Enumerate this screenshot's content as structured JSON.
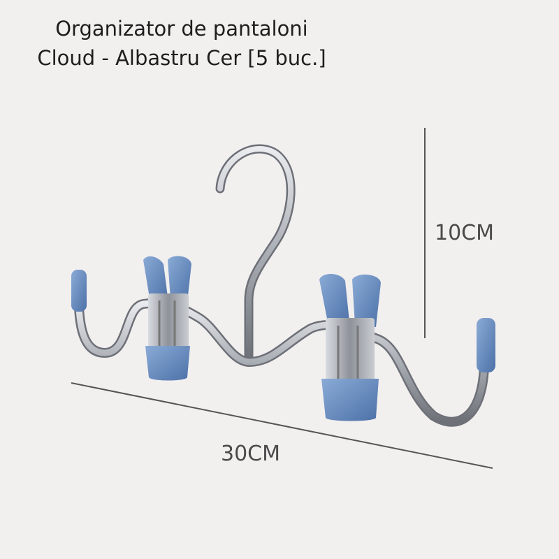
{
  "product": {
    "title_line1": "Organizator de pantaloni",
    "title_line2": "Cloud - Albastru Cer [5 buc.]"
  },
  "dimensions": {
    "height_label": "10CM",
    "width_label": "30CM"
  },
  "colors": {
    "background": "#f2efef",
    "clip_blue": "#6f94c7",
    "clip_blue_dark": "#4d71a8",
    "steel": "#b9bcc2",
    "steel_dark": "#6d7077",
    "dimension_line": "#555555"
  }
}
